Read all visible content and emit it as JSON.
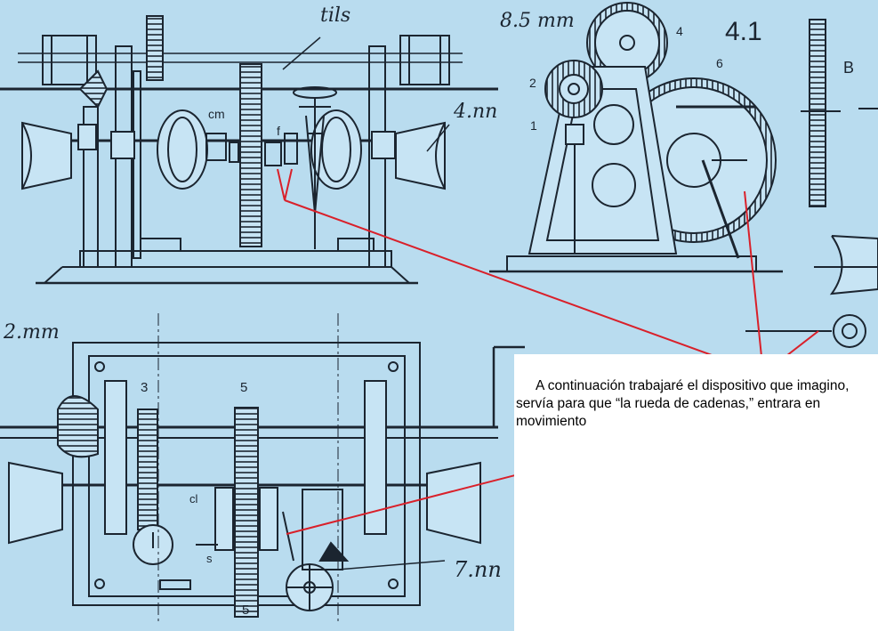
{
  "figure_number": "4.1",
  "side_view_label": "B",
  "top_labels": {
    "tils": "tils",
    "measure": "8.5 mm",
    "part_1": "1",
    "part_2": "2",
    "part_4": "4",
    "part_6": "6",
    "cm": "cm",
    "f": "f",
    "nn": "4.nn"
  },
  "bottom_labels": {
    "part_3": "3",
    "part_5": "5",
    "cl": "cl",
    "s": "s",
    "left_mm": "2.mm",
    "right_mm": "7.nn"
  },
  "annotation": {
    "text": "A continuación trabajaré el dispositivo que imagino, servía para que “la rueda de cadenas,” entrara en movimiento",
    "line_color": "#d9202a"
  }
}
